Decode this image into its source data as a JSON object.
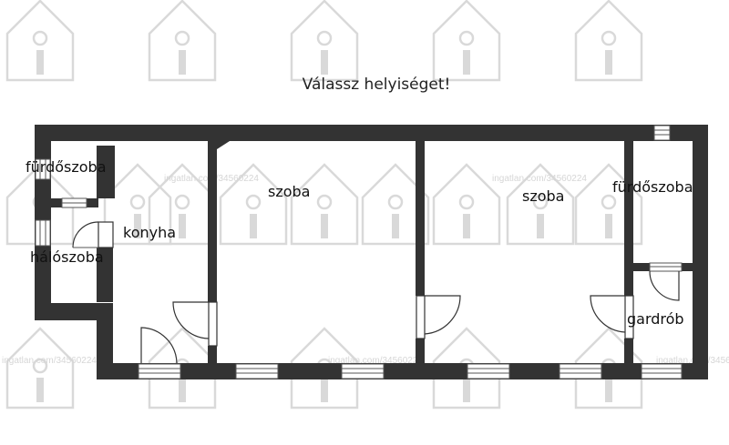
{
  "title": "Válassz helyiséget!",
  "watermark": "ingatlan.com/34560224",
  "rooms": {
    "furdoszoba_left": "fürdőszoba",
    "haloszoba": "hálószoba",
    "konyha": "konyha",
    "szoba_1": "szoba",
    "szoba_2": "szoba",
    "furdoszoba_right": "fürdőszoba",
    "gardrob": "gardrób"
  },
  "colors": {
    "wall": "#333333",
    "watermark": "#d9d9d9",
    "label": "#111111"
  }
}
